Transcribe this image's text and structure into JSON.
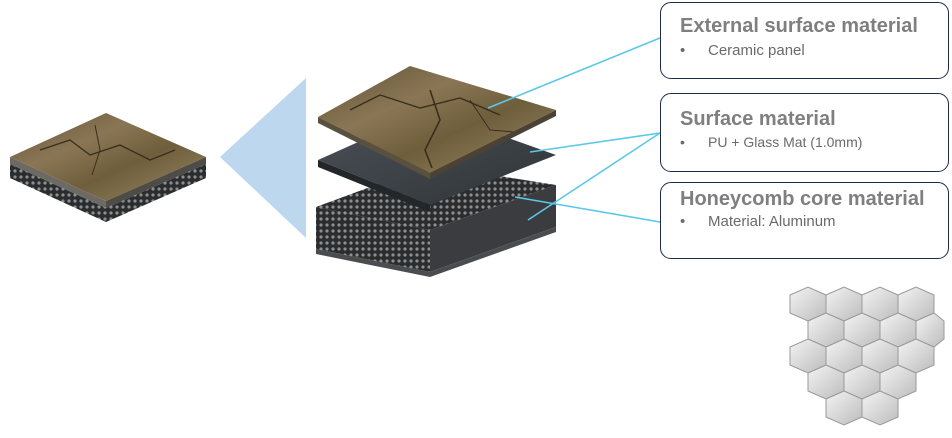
{
  "callouts": [
    {
      "title": "External surface material",
      "bullet": "Ceramic panel"
    },
    {
      "title": "Surface material",
      "bullet": "PU + Glass Mat (1.0mm)"
    },
    {
      "title": "Honeycomb core material",
      "bullet": "Material: Aluminum"
    }
  ],
  "bullet_glyph": "•",
  "colors": {
    "leader_line": "#5bc8e8",
    "arrow": "#bdd7ee",
    "box_border": "#1f2a44",
    "title": "#7f7f7f"
  }
}
